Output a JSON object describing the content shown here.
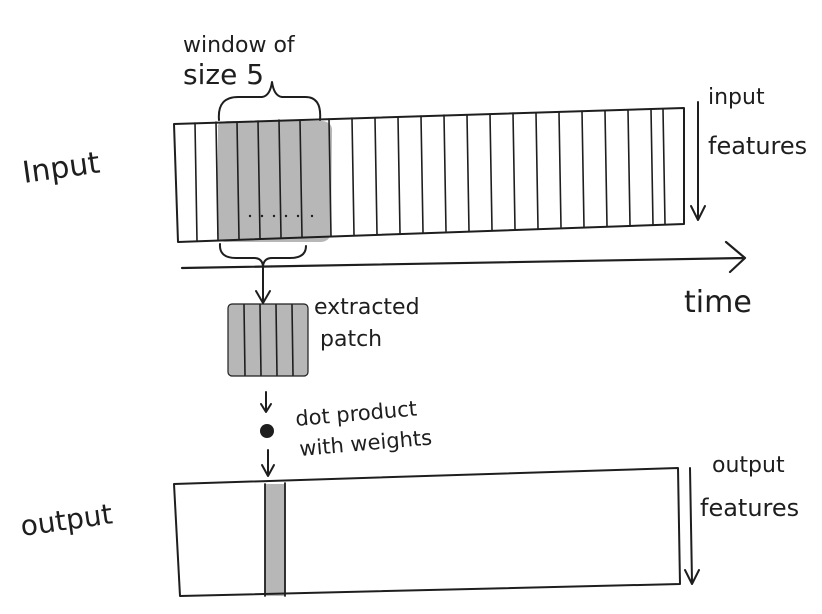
{
  "labels": {
    "input": "Input",
    "output": "output",
    "window_line1": "window of",
    "window_line2": "size 5",
    "input_features_line1": "input",
    "input_features_line2": "features",
    "time": "time",
    "extracted_line1": "extracted",
    "extracted_line2": "patch",
    "dot_line1": "dot product",
    "dot_line2": "with weights",
    "output_features_line1": "output",
    "output_features_line2": "features"
  },
  "colors": {
    "ink": "#1e1e1e",
    "highlight": "#b7b7b7",
    "background": "#ffffff"
  },
  "diagram": {
    "input_time_steps": 25,
    "window_size": 5,
    "patch_columns": 5
  }
}
